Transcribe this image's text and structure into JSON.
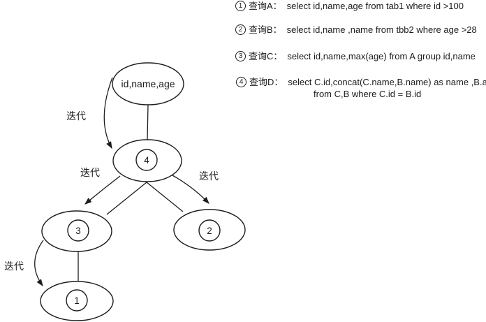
{
  "colors": {
    "ink": "#1c1c1c",
    "background": "#ffffff"
  },
  "diagram": {
    "iteration_label": "迭代",
    "root": {
      "label": "id,name,age"
    },
    "nodes": {
      "n4": "4",
      "n3": "3",
      "n2": "2",
      "n1": "1"
    }
  },
  "legend": {
    "items": [
      {
        "num": "1",
        "name": "查询A：",
        "sql": "select id,name,age from tab1 where id >100"
      },
      {
        "num": "2",
        "name": "查询B：",
        "sql": "select id,name ,name from tbb2 where age >28"
      },
      {
        "num": "3",
        "name": "查询C：",
        "sql": "select id,name,max(age) from A group id,name"
      },
      {
        "num": "4",
        "name": "查询D：",
        "sql": "select C.id,concat(C.name,B.name) as name ,B.age",
        "sql2": "from C,B where C.id = B.id"
      }
    ]
  }
}
